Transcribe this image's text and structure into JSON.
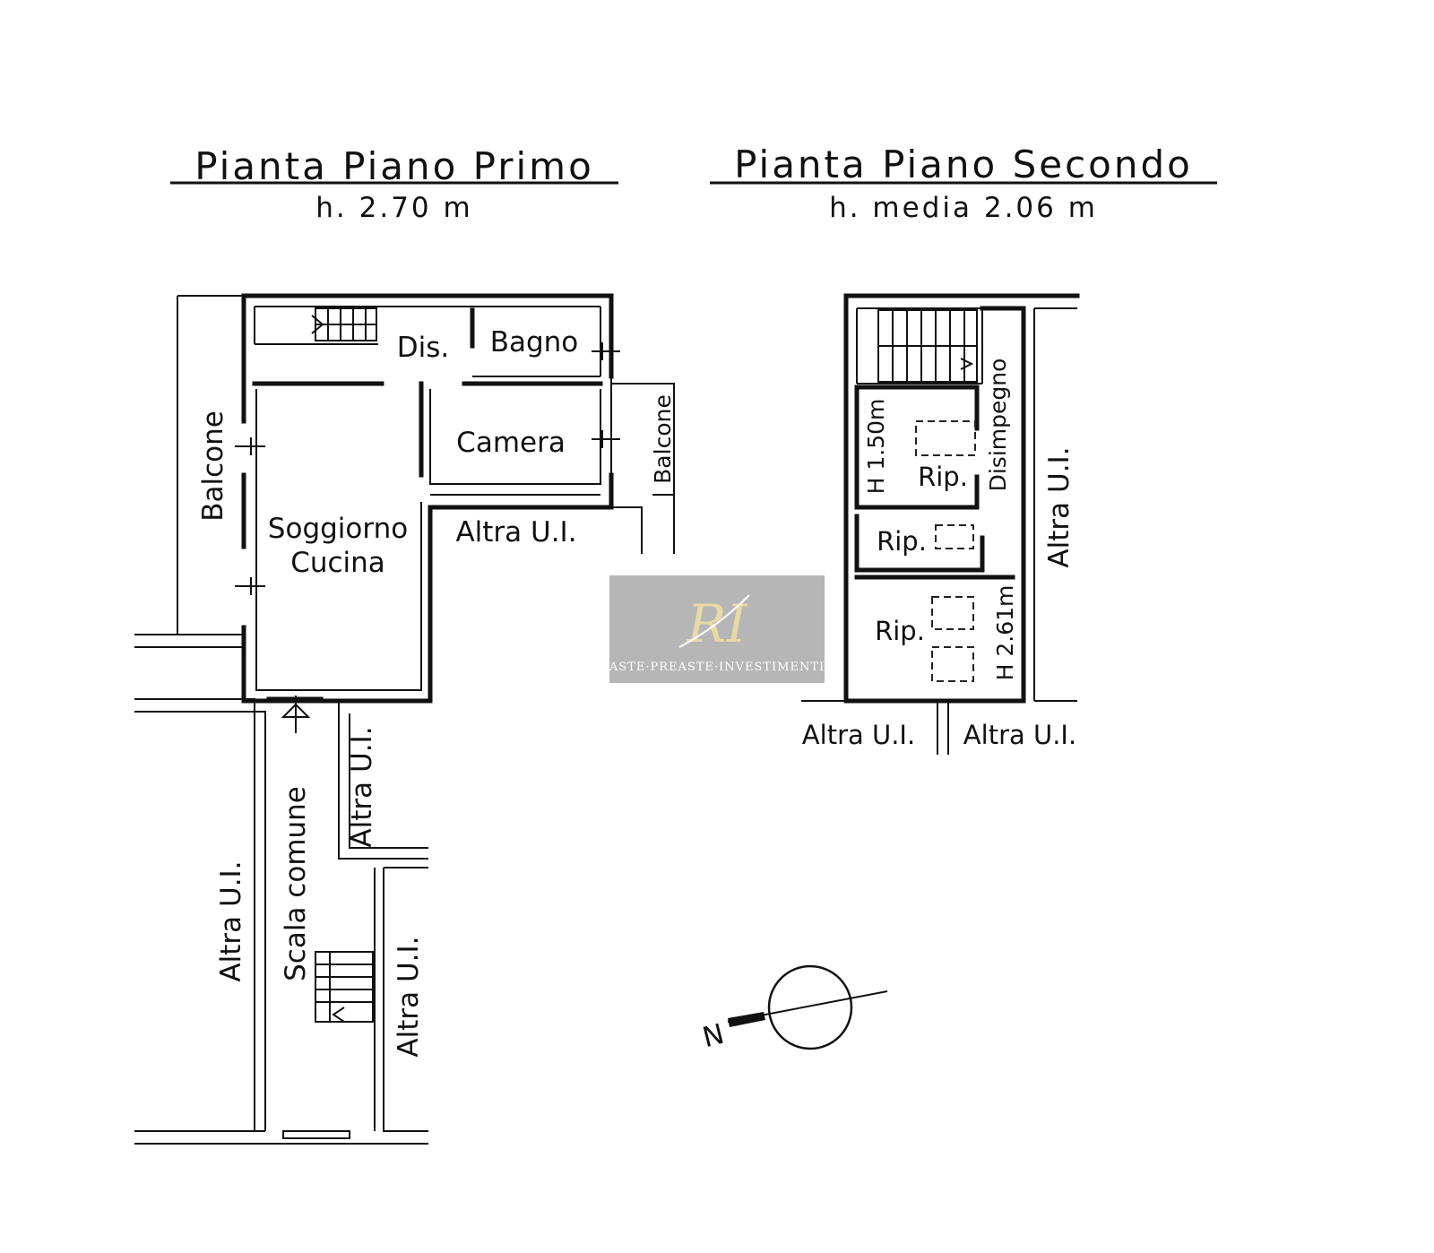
{
  "titles": {
    "first_floor": "Pianta Piano Primo",
    "first_floor_height": "h. 2.70 m",
    "second_floor": "Pianta Piano Secondo",
    "second_floor_height": "h. media 2.06 m"
  },
  "first_floor_rooms": {
    "dis": "Dis.",
    "bagno": "Bagno",
    "camera": "Camera",
    "soggiorno": "Soggiorno",
    "cucina": "Cucina",
    "balcone_left": "Balcone",
    "balcone_right": "Balcone",
    "altra_ui_top": "Altra U.I.",
    "altra_ui_left": "Altra U.I.",
    "altra_ui_mid": "Altra U.I.",
    "altra_ui_right": "Altra U.I.",
    "scala_comune": "Scala comune"
  },
  "second_floor_rooms": {
    "disimpegno": "Disimpegno",
    "rip1": "Rip.",
    "rip2": "Rip.",
    "rip3": "Rip.",
    "height_1": "H 1.50m",
    "height_2": "H 2.61m",
    "altra_ui_right": "Altra U.I.",
    "altra_ui_bottom_left": "Altra U.I.",
    "altra_ui_bottom_right": "Altra U.I."
  },
  "compass": {
    "north_label": "N"
  },
  "watermark": {
    "logo_letters": "RI",
    "brand": "ASTE·PREASTE·INVESTIMENTI"
  }
}
